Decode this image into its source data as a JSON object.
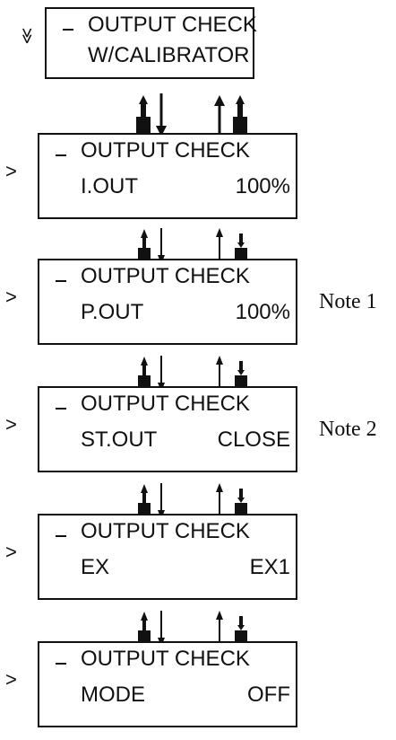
{
  "steps": [
    {
      "prompt": "≫",
      "line1": "OUTPUT  CHECK",
      "line2": "W/CALIBRATOR",
      "value": "",
      "note": ""
    },
    {
      "prompt": ">",
      "line1": "OUTPUT  CHECK",
      "line2": "I.OUT",
      "value": "100%",
      "note": ""
    },
    {
      "prompt": ">",
      "line1": "OUTPUT  CHECK",
      "line2": "P.OUT",
      "value": "100%",
      "note": "Note 1"
    },
    {
      "prompt": ">",
      "line1": "OUTPUT  CHECK",
      "line2": "ST.OUT",
      "value": "CLOSE",
      "note": "Note 2"
    },
    {
      "prompt": ">",
      "line1": "OUTPUT  CHECK",
      "line2": "EX",
      "value": "EX1",
      "note": ""
    },
    {
      "prompt": ">",
      "line1": "OUTPUT  CHECK",
      "line2": "MODE",
      "value": "OFF",
      "note": ""
    }
  ],
  "arrows": {
    "left_icon": "up-key-down-arrow-icon",
    "right_icon": "up-arrow-down-key-icon"
  }
}
